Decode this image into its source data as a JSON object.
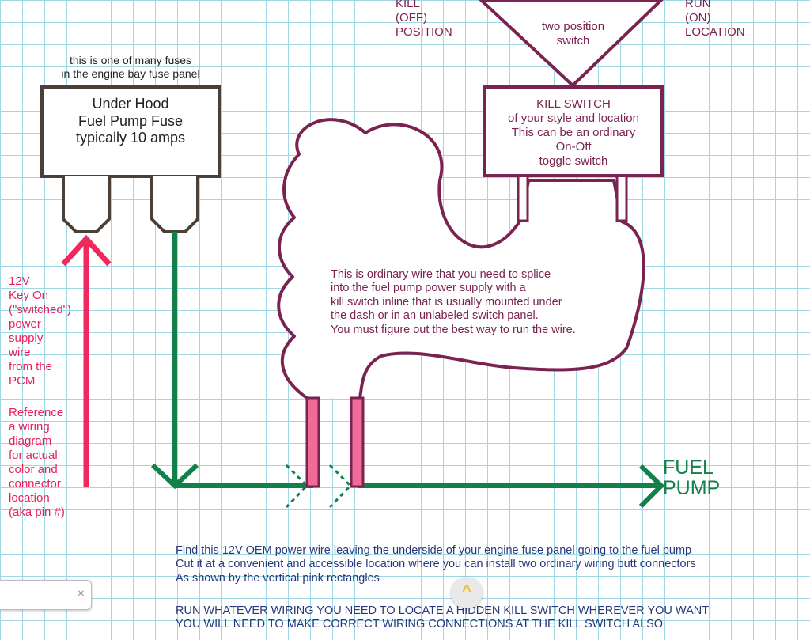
{
  "switch_triangle": {
    "label": "two position\nswitch"
  },
  "kill_position": "KILL\n(OFF)\nPOSITION",
  "run_location": "RUN\n(ON)\nLOCATION",
  "fuse_note": "this is one of many fuses\nin the engine bay fuse panel",
  "fuse_box": {
    "label": "Under Hood\nFuel Pump Fuse\ntypically 10 amps"
  },
  "kill_switch_box": {
    "label": "KILL SWITCH\nof your style and location\nThis can be an ordinary\nOn-Off\ntoggle switch"
  },
  "power_wire_note": "12V\nKey On\n(\"switched\")\npower\nsupply\nwire\nfrom the\nPCM",
  "reference_note": "Reference\na wiring\ndiagram\nfor actual\ncolor and\nconnector\nlocation\n(aka pin #)",
  "cloud_note": "This is ordinary wire that you need to splice\ninto the fuel pump power supply with a\nkill switch inline that is usually mounted under\nthe dash or in an unlabeled switch panel.\nYou must figure out the best way to run the wire.",
  "fuel_pump_label": "FUEL\nPUMP",
  "instructions": [
    "Find this 12V OEM power wire leaving the underside of your engine fuse panel going to the fuel pump",
    "Cut it at a convenient and accessible location where you can install two ordinary wiring butt connectors",
    "As shown by the vertical pink rectangles"
  ],
  "warnings": [
    "RUN WHATEVER WIRING YOU NEED TO LOCATE A HIDDEN KILL SWITCH WHEREVER YOU WANT",
    "YOU WILL NEED TO MAKE CORRECT WIRING CONNECTIONS AT THE KILL SWITCH ALSO"
  ],
  "search_close": "×",
  "scroll_up": "^",
  "colors": {
    "plum": "#7a2350",
    "fuse_outline": "#4a4038",
    "red_wire": "#f0285e",
    "green_wire": "#11804a",
    "connector_pink": "#f06a9a"
  }
}
